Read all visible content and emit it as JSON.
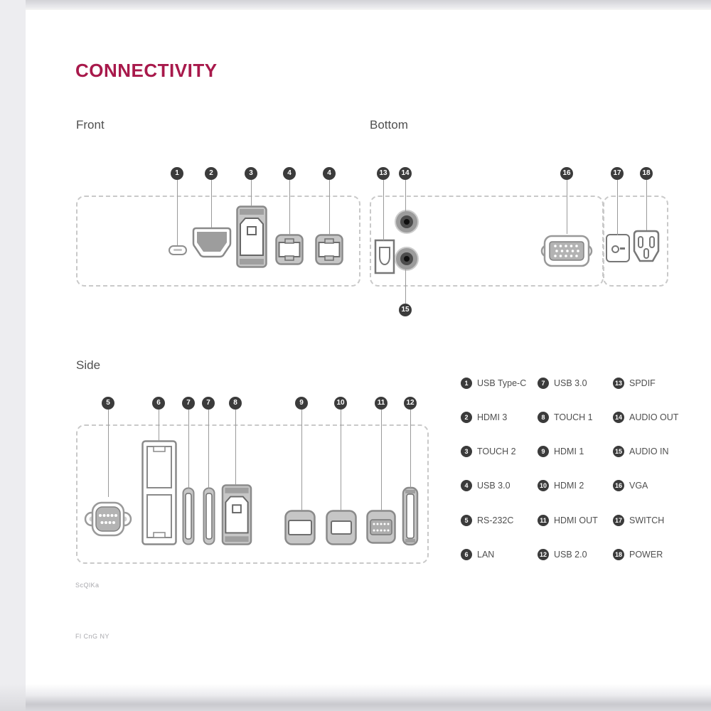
{
  "page": {
    "title": "CONNECTIVITY",
    "accent_color": "#a8194b"
  },
  "sections": {
    "front": "Front",
    "bottom": "Bottom",
    "side": "Side"
  },
  "callouts": {
    "front": [
      "1",
      "2",
      "3",
      "4",
      "4"
    ],
    "bottom": [
      "13",
      "14",
      "16",
      "17",
      "18",
      "15"
    ],
    "side": [
      "5",
      "6",
      "7",
      "7",
      "8",
      "9",
      "10",
      "11",
      "12"
    ]
  },
  "legend": {
    "items": [
      {
        "num": "1",
        "label": "USB Type-C"
      },
      {
        "num": "2",
        "label": "HDMI 3"
      },
      {
        "num": "3",
        "label": "TOUCH 2"
      },
      {
        "num": "4",
        "label": "USB 3.0"
      },
      {
        "num": "5",
        "label": "RS-232C"
      },
      {
        "num": "6",
        "label": "LAN"
      },
      {
        "num": "7",
        "label": "USB 3.0"
      },
      {
        "num": "8",
        "label": "TOUCH 1"
      },
      {
        "num": "9",
        "label": "HDMI 1"
      },
      {
        "num": "10",
        "label": "HDMI 2"
      },
      {
        "num": "11",
        "label": "HDMI OUT"
      },
      {
        "num": "12",
        "label": "USB 2.0"
      },
      {
        "num": "13",
        "label": "SPDIF"
      },
      {
        "num": "14",
        "label": "AUDIO OUT"
      },
      {
        "num": "15",
        "label": "AUDIO IN"
      },
      {
        "num": "16",
        "label": "VGA"
      },
      {
        "num": "17",
        "label": "SWITCH"
      },
      {
        "num": "18",
        "label": "POWER"
      }
    ]
  },
  "footnotes": {
    "line1": "ScQlKa",
    "line2": "Fl CnG NY"
  }
}
